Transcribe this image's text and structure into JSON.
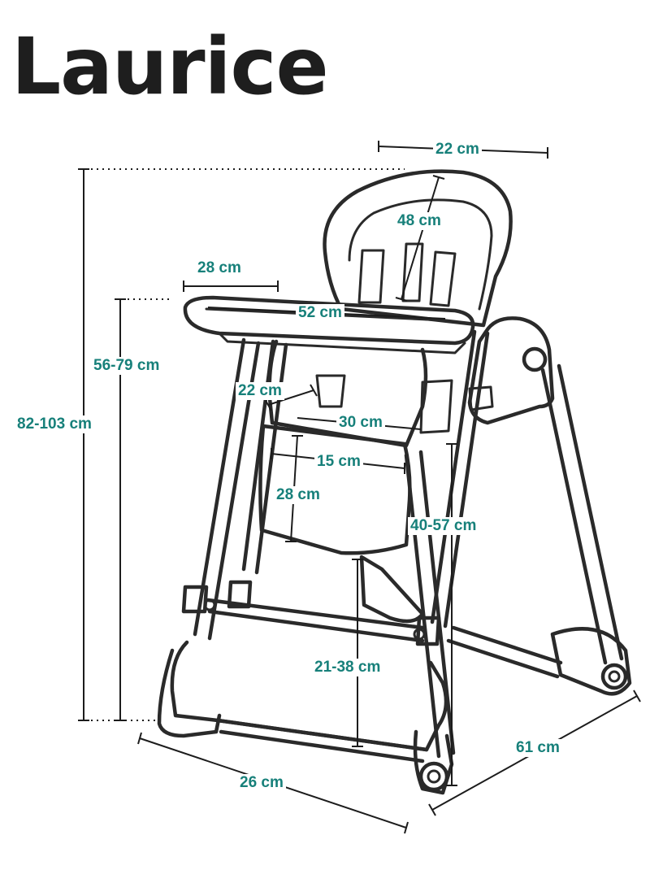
{
  "title": "Laurice",
  "colors": {
    "label": "#17807a",
    "line": "#2a2a2a"
  },
  "dimensions": {
    "total_height": "82-103 cm",
    "tray_height": "56-79 cm",
    "backrest_width_top": "22 cm",
    "backrest_height": "48 cm",
    "tray_depth": "28 cm",
    "tray_width": "52 cm",
    "crotch_post": "22 cm",
    "seat_width": "30 cm",
    "footrest_width": "15 cm",
    "seat_to_footrest": "28 cm",
    "seat_height": "40-57 cm",
    "footrest_height": "21-38 cm",
    "base_depth": "61 cm",
    "base_width": "26 cm"
  }
}
